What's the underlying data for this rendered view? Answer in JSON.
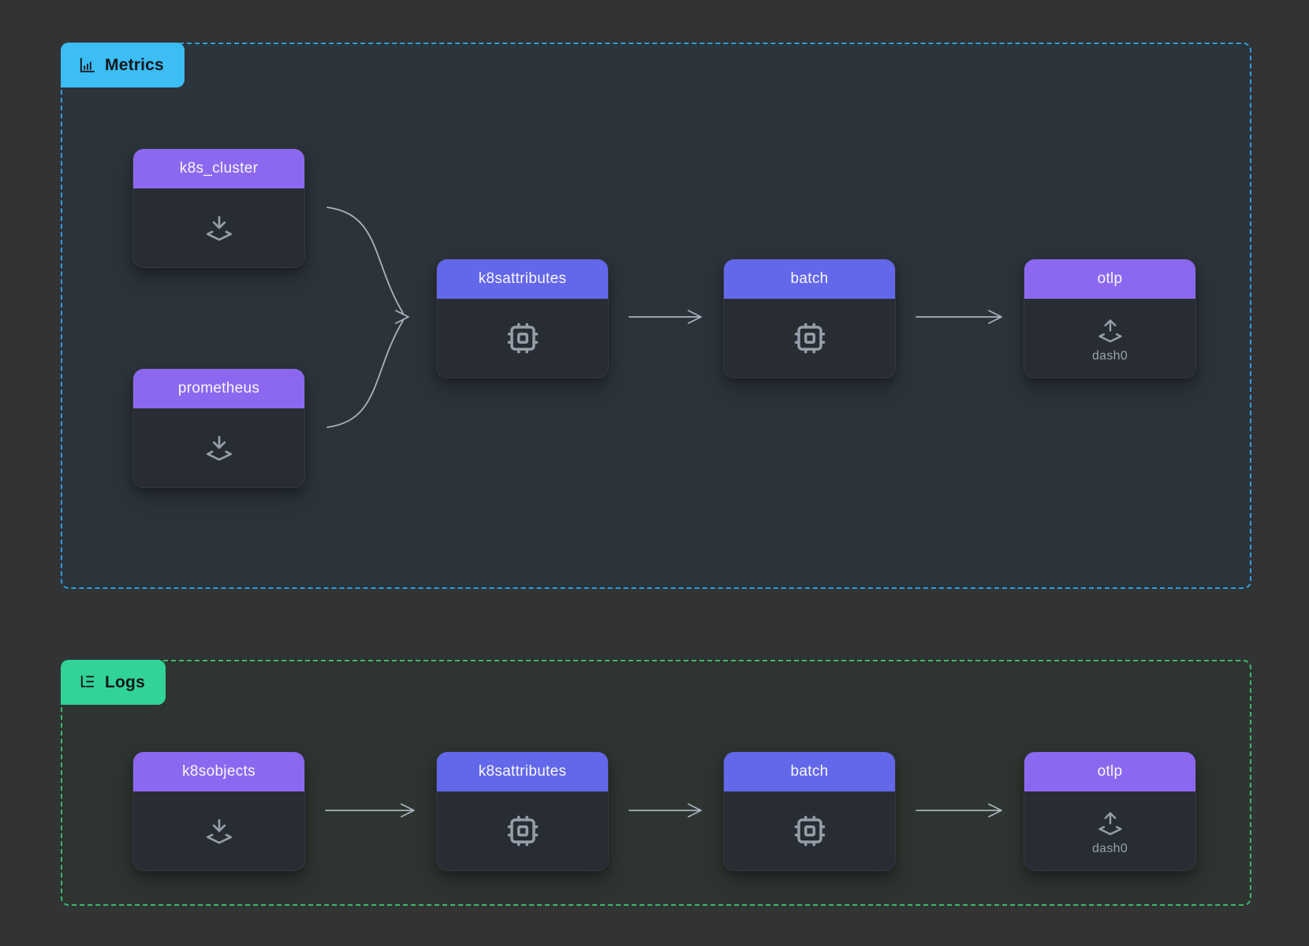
{
  "colors": {
    "page_background": "#323334",
    "metrics_accent": "#3CBDF4",
    "metrics_border": "#2E9CDF",
    "logs_accent": "#32D399",
    "logs_border": "#3FB56C",
    "receiver_header": "#8C68F0",
    "processor_header": "#6367EA",
    "exporter_header": "#8C68F0",
    "node_body": "#282D34",
    "edge": "#A9B3BC"
  },
  "sections": [
    {
      "id": "metrics",
      "label": "Metrics",
      "icon": "bar-chart-icon",
      "nodes": [
        {
          "label": "k8s_cluster",
          "type": "receiver",
          "icon": "inbox-arrow-down-icon"
        },
        {
          "label": "prometheus",
          "type": "receiver",
          "icon": "inbox-arrow-down-icon"
        },
        {
          "label": "k8sattributes",
          "type": "processor",
          "icon": "cpu-icon"
        },
        {
          "label": "batch",
          "type": "processor",
          "icon": "cpu-icon"
        },
        {
          "label": "otlp",
          "type": "exporter",
          "icon": "upload-arrow-icon",
          "sublabel": "dash0"
        }
      ],
      "edges": [
        {
          "from": "k8s_cluster",
          "to": "k8sattributes"
        },
        {
          "from": "prometheus",
          "to": "k8sattributes"
        },
        {
          "from": "k8sattributes",
          "to": "batch"
        },
        {
          "from": "batch",
          "to": "otlp"
        }
      ]
    },
    {
      "id": "logs",
      "label": "Logs",
      "icon": "logs-icon",
      "nodes": [
        {
          "label": "k8sobjects",
          "type": "receiver",
          "icon": "inbox-arrow-down-icon"
        },
        {
          "label": "k8sattributes",
          "type": "processor",
          "icon": "cpu-icon"
        },
        {
          "label": "batch",
          "type": "processor",
          "icon": "cpu-icon"
        },
        {
          "label": "otlp",
          "type": "exporter",
          "icon": "upload-arrow-icon",
          "sublabel": "dash0"
        }
      ],
      "edges": [
        {
          "from": "k8sobjects",
          "to": "k8sattributes"
        },
        {
          "from": "k8sattributes",
          "to": "batch"
        },
        {
          "from": "batch",
          "to": "otlp"
        }
      ]
    }
  ]
}
